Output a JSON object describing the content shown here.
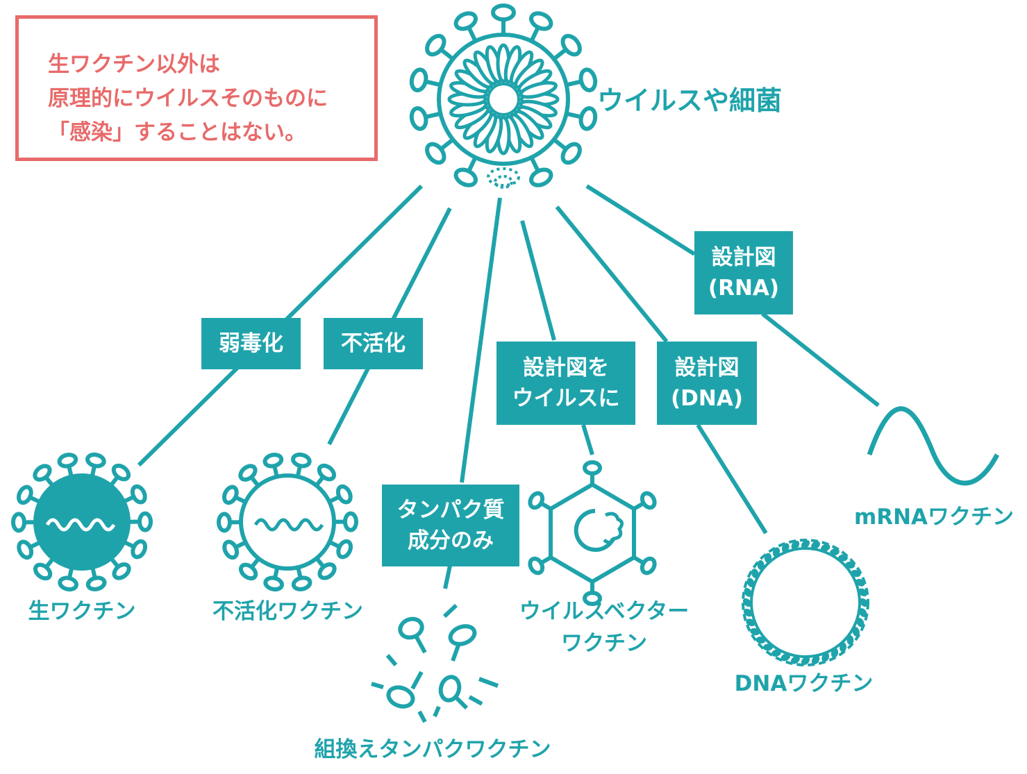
{
  "colors": {
    "teal": "#1fa3ab",
    "red": "#e86a6a",
    "white": "#ffffff"
  },
  "note": {
    "lines": [
      "生ワクチン以外は",
      "原理的にウイルスそのものに",
      "「感染」することはない。"
    ]
  },
  "source": {
    "label": "ウイルスや細菌"
  },
  "edge_labels": {
    "attenuation": [
      "弱毒化"
    ],
    "inactivation": [
      "不活化"
    ],
    "protein": [
      "タンパク質",
      "成分のみ"
    ],
    "blueprint_virus": [
      "設計図を",
      "ウイルスに"
    ],
    "blueprint_dna": [
      "設計図",
      "(DNA)"
    ],
    "blueprint_rna": [
      "設計図",
      "(RNA)"
    ]
  },
  "vaccines": {
    "live": [
      "生ワクチン"
    ],
    "inactivated": [
      "不活化ワクチン"
    ],
    "recombinant": [
      "組換えタンパクワクチン"
    ],
    "viral_vector": [
      "ウイルスベクター",
      "ワクチン"
    ],
    "dna": [
      "DNAワクチン"
    ],
    "mrna": [
      "mRNAワクチン"
    ]
  },
  "icons": {
    "source": "virus-icon",
    "live": "solid-virus-icon",
    "inactivated": "hollow-virus-icon",
    "recombinant": "protein-fragments-icon",
    "viral_vector": "hexagon-virus-icon",
    "dna": "dna-ring-icon",
    "mrna": "rna-wave-icon"
  }
}
